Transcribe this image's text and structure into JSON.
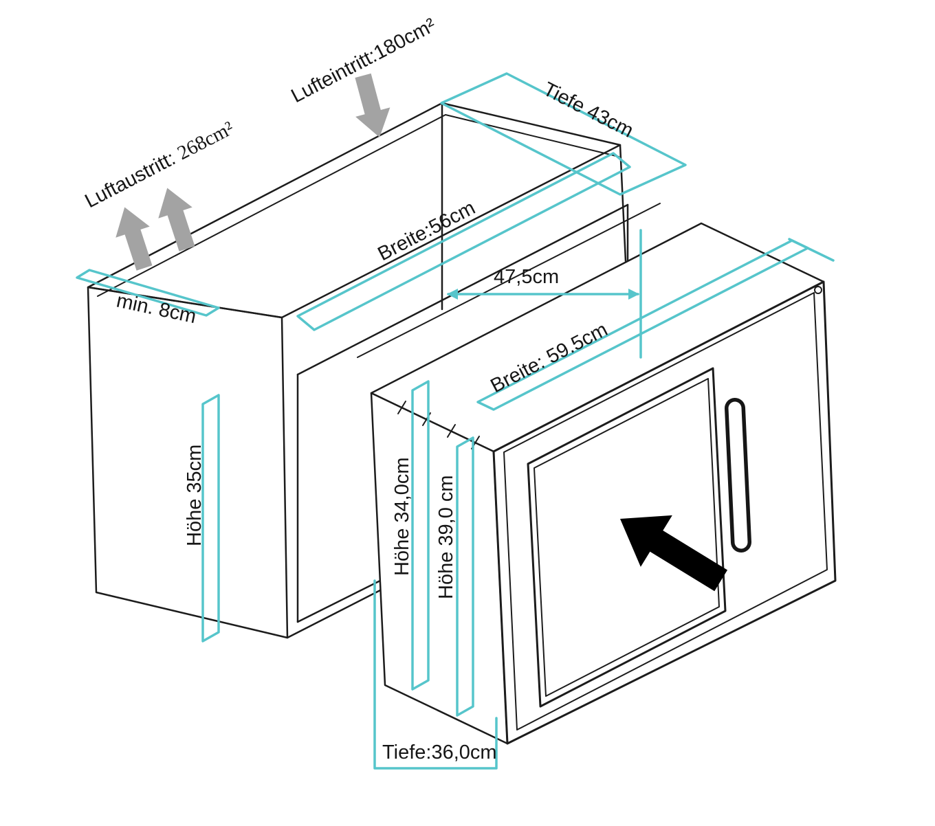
{
  "diagram": {
    "colors": {
      "dimension_teal": "#56c5cb",
      "outline_black": "#1c1c1c",
      "airflow_arrow_gray": "#a3a3a3",
      "insert_arrow_black": "#000000"
    },
    "annotations": {
      "air_inlet": {
        "label": "Lufteintritt:180cm²"
      },
      "air_outlet": {
        "label": "Luftaustritt:",
        "value": "268cm²"
      },
      "cabinet_depth": {
        "label": "Tiefe 43cm"
      },
      "cabinet_width": {
        "label": "Breite:56cm"
      },
      "min_clearance": {
        "label": "min. 8cm"
      },
      "niche_width": {
        "label": "47,5cm"
      },
      "cabinet_height": {
        "label": "Höhe 35cm"
      },
      "microwave_width": {
        "label": "Breite: 59.5cm"
      },
      "microwave_height": {
        "label": "Höhe 34,0cm"
      },
      "frame_height": {
        "label": "Höhe 39,0 cm"
      },
      "microwave_depth": {
        "label": "Tiefe:36,0cm"
      }
    }
  }
}
